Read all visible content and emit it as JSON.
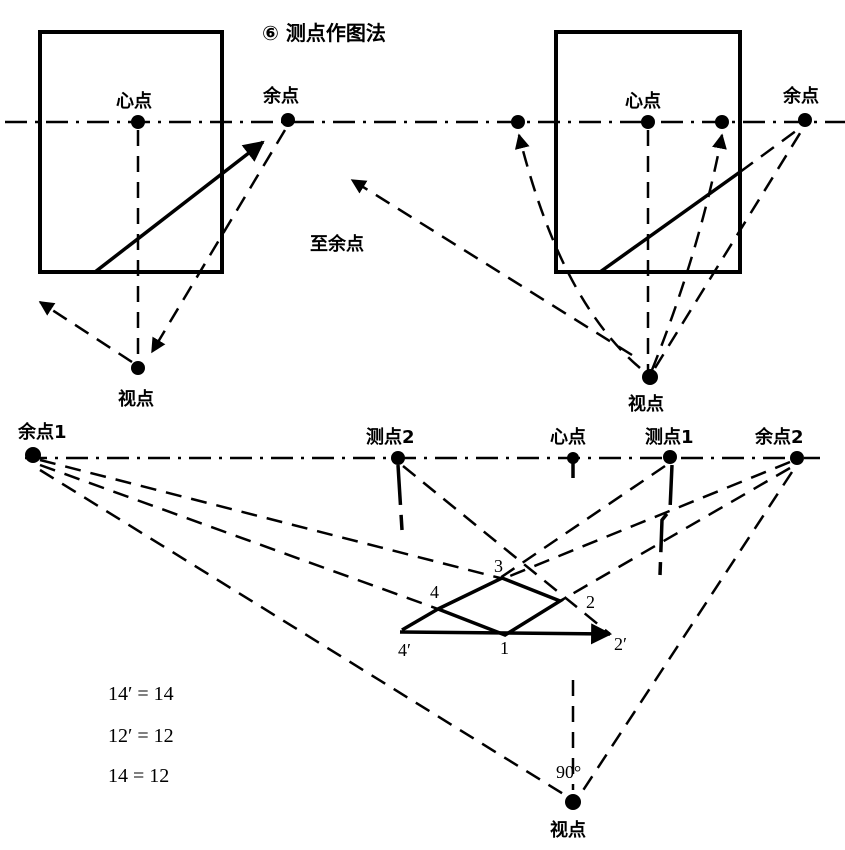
{
  "title": "⑥ 测点作图法",
  "top_left": {
    "center_point": "心点",
    "vanishing_point": "余点",
    "view_point": "视点"
  },
  "top_middle": {
    "to_vanishing_point": "至余点"
  },
  "top_right": {
    "center_point": "心点",
    "vanishing_point": "余点",
    "view_point": "视点"
  },
  "bottom": {
    "vanishing_point_1": "余点1",
    "measuring_point_2": "测点2",
    "center_point": "心点",
    "measuring_point_1": "测点1",
    "vanishing_point_2": "余点2",
    "view_point": "视点",
    "angle": "90°",
    "vertices": {
      "p1": "1",
      "p2": "2",
      "p3": "3",
      "p4": "4",
      "p2p": "2′",
      "p4p": "4′"
    },
    "equations": [
      "14′ = 14",
      "12′ = 12",
      "14 = 12"
    ]
  }
}
